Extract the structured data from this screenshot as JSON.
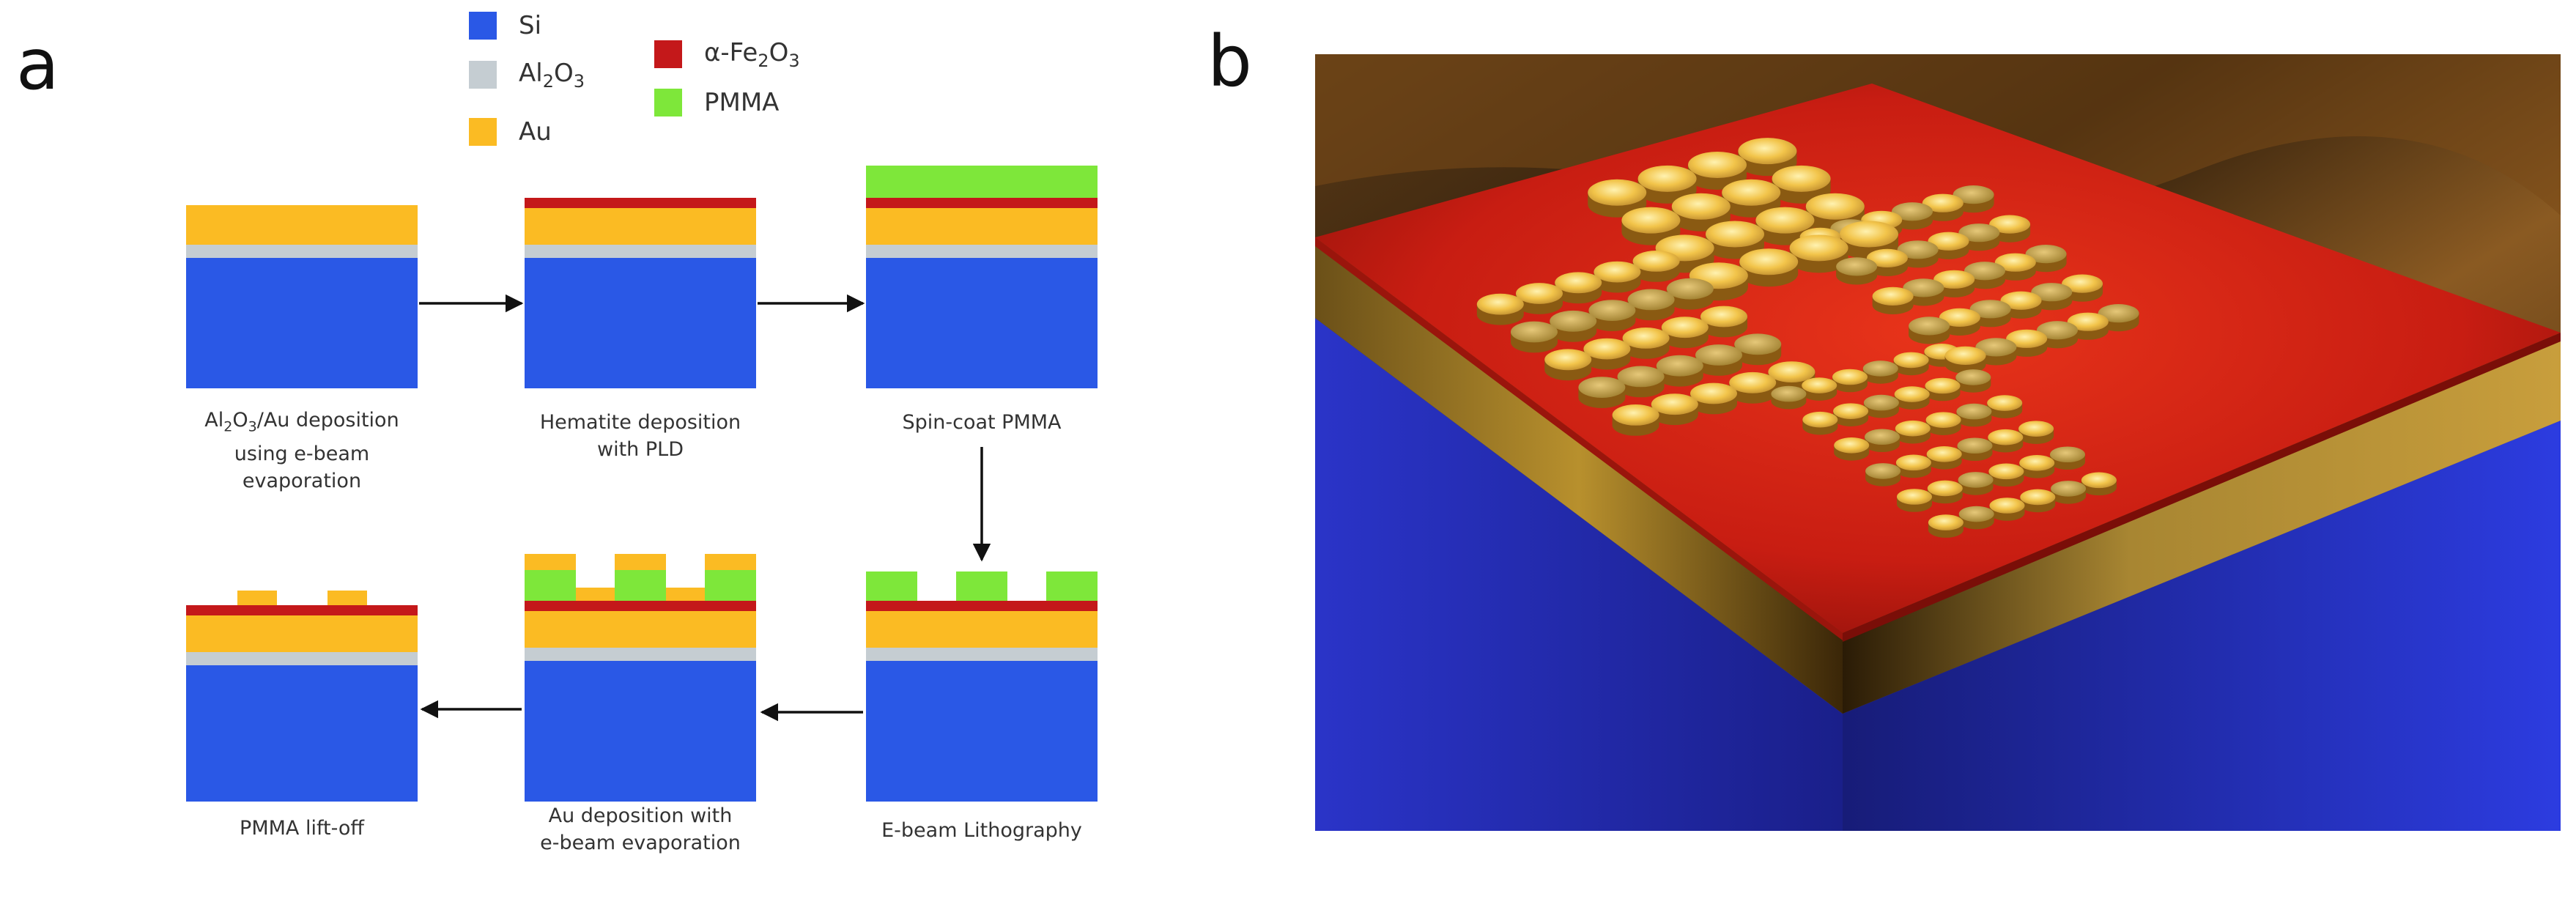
{
  "panel_a": {
    "label": "a",
    "legend": [
      {
        "name": "Si",
        "base": "Si",
        "sub": "",
        "tail": "",
        "color": "#2a58e6"
      },
      {
        "name": "Al2O3",
        "base": "Al",
        "sub": "2",
        "tail": "O",
        "sub2": "3",
        "color": "#c5cdd2"
      },
      {
        "name": "Au",
        "base": "Au",
        "sub": "",
        "tail": "",
        "color": "#fbbb23"
      },
      {
        "name": "alpha-Fe2O3",
        "base": "α-Fe",
        "sub": "2",
        "tail": "O",
        "sub2": "3",
        "color": "#c4181a"
      },
      {
        "name": "PMMA",
        "base": "PMMA",
        "sub": "",
        "tail": "",
        "color": "#7ee73a"
      }
    ],
    "steps": [
      {
        "id": "step-1",
        "caption_line1_pre": "Al",
        "caption_line1_s1": "2",
        "caption_line1_mid": "O",
        "caption_line1_s2": "3",
        "caption_line1_post": "/Au deposition",
        "caption_line2": "using e-beam",
        "caption_line3": "evaporation"
      },
      {
        "id": "step-2",
        "caption_line1": "Hematite deposition",
        "caption_line2": "with PLD"
      },
      {
        "id": "step-3",
        "caption_line1": "Spin-coat PMMA"
      },
      {
        "id": "step-4",
        "caption_line1": "E-beam Lithography"
      },
      {
        "id": "step-5",
        "caption_line1": "Au deposition with",
        "caption_line2": "e-beam evaporation"
      },
      {
        "id": "step-6",
        "caption_line1": "PMMA lift-off"
      }
    ]
  },
  "panel_b": {
    "label": "b"
  },
  "colors": {
    "si": "#2a58e6",
    "al2o3": "#c5cdd2",
    "au": "#fbbb23",
    "fe2o3": "#c4181a",
    "pmma": "#7ee73a"
  }
}
